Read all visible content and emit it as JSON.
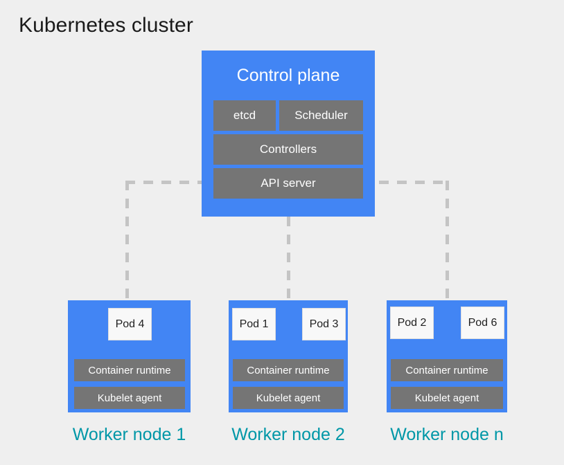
{
  "title": "Kubernetes cluster",
  "colors": {
    "background": "#efefef",
    "node_blue": "#4285f4",
    "component_gray": "#757575",
    "label_teal": "#0097a7",
    "pod_white": "#f8f8f8",
    "connector_gray": "#c4c4c4",
    "title_text": "#1a1a1a"
  },
  "control_plane": {
    "title": "Control plane",
    "components": [
      {
        "label": "etcd"
      },
      {
        "label": "Scheduler"
      },
      {
        "label": "Controllers"
      },
      {
        "label": "API server"
      }
    ]
  },
  "worker_nodes": [
    {
      "label": "Worker node 1",
      "pods": [
        {
          "label": "Pod 4"
        }
      ],
      "rows": [
        {
          "label": "Container runtime"
        },
        {
          "label": "Kubelet agent"
        }
      ]
    },
    {
      "label": "Worker node 2",
      "pods": [
        {
          "label": "Pod 1"
        },
        {
          "label": "Pod 3"
        }
      ],
      "rows": [
        {
          "label": "Container runtime"
        },
        {
          "label": "Kubelet agent"
        }
      ]
    },
    {
      "label": "Worker node n",
      "pods": [
        {
          "label": "Pod 2"
        },
        {
          "label": "Pod 6"
        }
      ],
      "rows": [
        {
          "label": "Container runtime"
        },
        {
          "label": "Kubelet agent"
        }
      ]
    }
  ],
  "connectors": [
    {
      "name": "api-server-to-worker-1"
    },
    {
      "name": "api-server-to-worker-2"
    },
    {
      "name": "api-server-to-worker-n"
    }
  ]
}
